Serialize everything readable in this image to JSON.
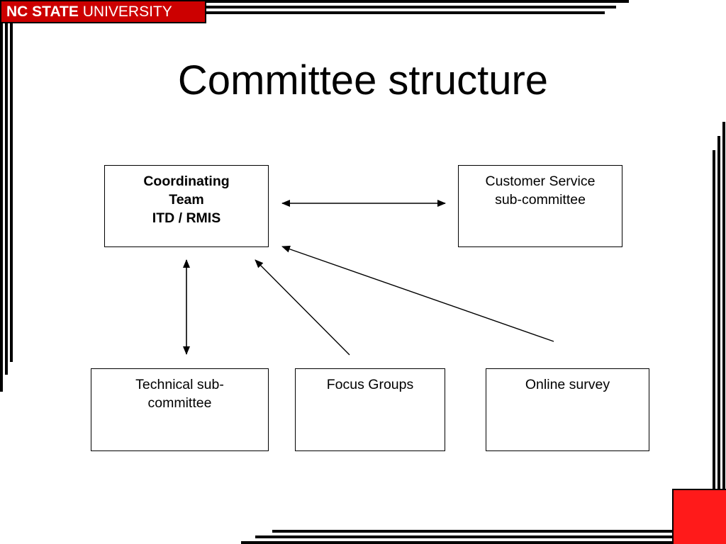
{
  "header": {
    "logo_bold": "NC STATE",
    "logo_regular": "UNIVERSITY",
    "logo_color": "#cc0000"
  },
  "title": "Committee structure",
  "nodes": {
    "coordinating": {
      "line1": "Coordinating",
      "line2": "Team",
      "line3": "ITD / RMIS"
    },
    "customer_service": {
      "line1": "Customer Service",
      "line2": "sub-committee"
    },
    "technical": {
      "line1": "Technical sub-",
      "line2": "committee"
    },
    "focus_groups": {
      "line1": "Focus Groups"
    },
    "online_survey": {
      "line1": "Online survey"
    }
  },
  "edges": [
    {
      "from": "coordinating",
      "to": "customer_service",
      "direction": "both"
    },
    {
      "from": "coordinating",
      "to": "technical",
      "direction": "both"
    },
    {
      "from": "focus_groups",
      "to": "coordinating",
      "direction": "forward"
    },
    {
      "from": "online_survey",
      "to": "coordinating",
      "direction": "forward"
    }
  ],
  "accent_color": "#ff1a1a"
}
